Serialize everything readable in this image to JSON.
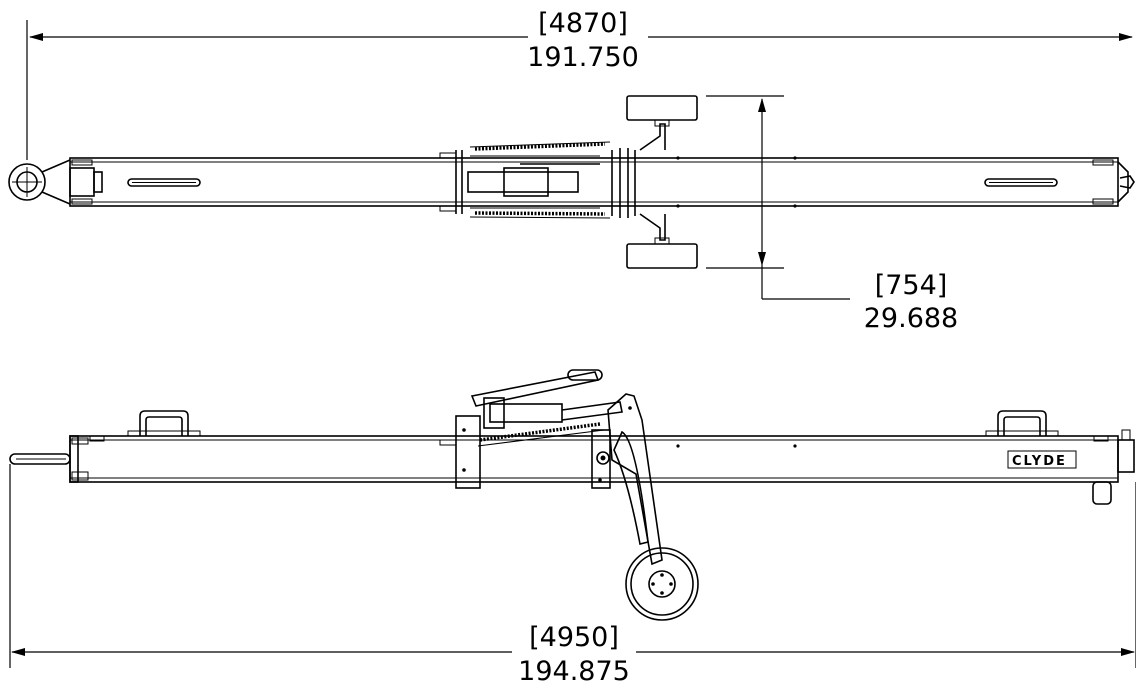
{
  "dimensions": {
    "top_length": {
      "metric": "[4870]",
      "imperial": "191.750"
    },
    "width": {
      "metric": "[754]",
      "imperial": "29.688"
    },
    "bottom_length": {
      "metric": "[4950]",
      "imperial": "194.875"
    }
  },
  "brand_label": "CLYDE"
}
